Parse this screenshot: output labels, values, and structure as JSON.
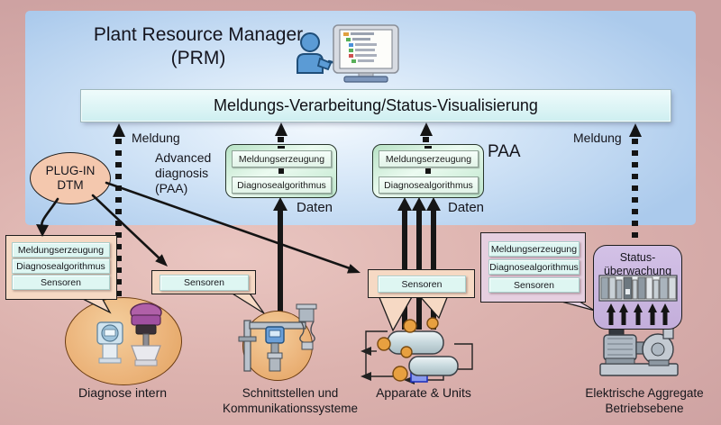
{
  "prm": {
    "title_line1": "Plant Resource Manager",
    "title_line2": "(PRM)",
    "banner": "Meldungs-Verarbeitung/Status-Visualisierung"
  },
  "labels": {
    "meldung_left": "Meldung",
    "meldung_right": "Meldung",
    "advanced_l1": "Advanced",
    "advanced_l2": "diagnosis",
    "advanced_l3": "(PAA)",
    "paa": "PAA",
    "daten_left": "Daten",
    "daten_right": "Daten"
  },
  "plugin_dtm": {
    "line1": "PLUG-IN",
    "line2": "DTM"
  },
  "paa_box1": {
    "items": [
      "Meldungserzeugung",
      "Diagnosealgorithmus"
    ]
  },
  "paa_box2": {
    "items": [
      "Meldungserzeugung",
      "Diagnosealgorithmus"
    ]
  },
  "diagnose_callout": {
    "items": [
      "Meldungserzeugung",
      "Diagnosealgorithmus",
      "Sensoren"
    ]
  },
  "sensoren_callout_mid": {
    "label": "Sensoren"
  },
  "sensoren_callout_apparate": {
    "label": "Sensoren"
  },
  "aggregate_callout": {
    "items": [
      "Meldungserzeugung",
      "Diagnosealgorithmus",
      "Sensoren"
    ]
  },
  "status_box": {
    "line1": "Status-",
    "line2": "überwachung"
  },
  "captions": {
    "diagnose": "Diagnose intern",
    "schnittstellen_l1": "Schnittstellen und",
    "schnittstellen_l2": "Kommunikationssysteme",
    "apparate": "Apparate & Units",
    "aggregate_l1": "Elektrische Aggregate",
    "aggregate_l2": "Betriebsebene"
  },
  "colors": {
    "background_pink": "#dcb2ae",
    "panel_blue": "#abcaec",
    "banner_cyan": "#def6f4",
    "paa_green": "#bfe7cd",
    "callout_salmon": "#f6d9c4",
    "callout_purple": "#e6cfe0",
    "status_purple": "#c9b5de",
    "device_orange": "#ecb57c",
    "arrow_black": "#141414"
  }
}
